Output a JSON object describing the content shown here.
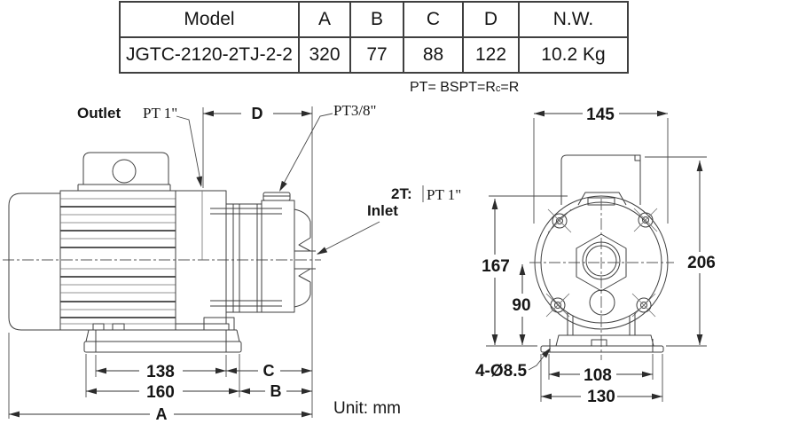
{
  "spec_table": {
    "headers": [
      "Model",
      "A",
      "B",
      "C",
      "D",
      "N.W."
    ],
    "rows": [
      [
        "JGTC-2120-2TJ-2-2",
        "320",
        "77",
        "88",
        "122",
        "10.2 Kg"
      ]
    ]
  },
  "notes": {
    "thread_equivalence": {
      "prefix": "PT= BSPT=R",
      "subscript": "c",
      "suffix": "=R"
    },
    "unit": "Unit: mm"
  },
  "side_view": {
    "labels": {
      "outlet": "Outlet",
      "outlet_thread": "PT 1\"",
      "plug_thread": "PT3/8\"",
      "inlet": "Inlet",
      "stage_count": "2T:",
      "inlet_thread": "PT 1\""
    },
    "dims": {
      "d": "D",
      "bolt_span": "138",
      "foot_width": "160",
      "overall_length": "A",
      "c": "C",
      "b": "B"
    }
  },
  "front_view": {
    "dims": {
      "width": "145",
      "overall_height": "206",
      "center_height": "167",
      "shaft_height": "90",
      "mount_holes": "4-Ø8.5",
      "bolt_span": "108",
      "base_width": "130"
    }
  },
  "colors": {
    "line": "#3f3f3f",
    "text": "#161616",
    "background": "#ffffff"
  }
}
